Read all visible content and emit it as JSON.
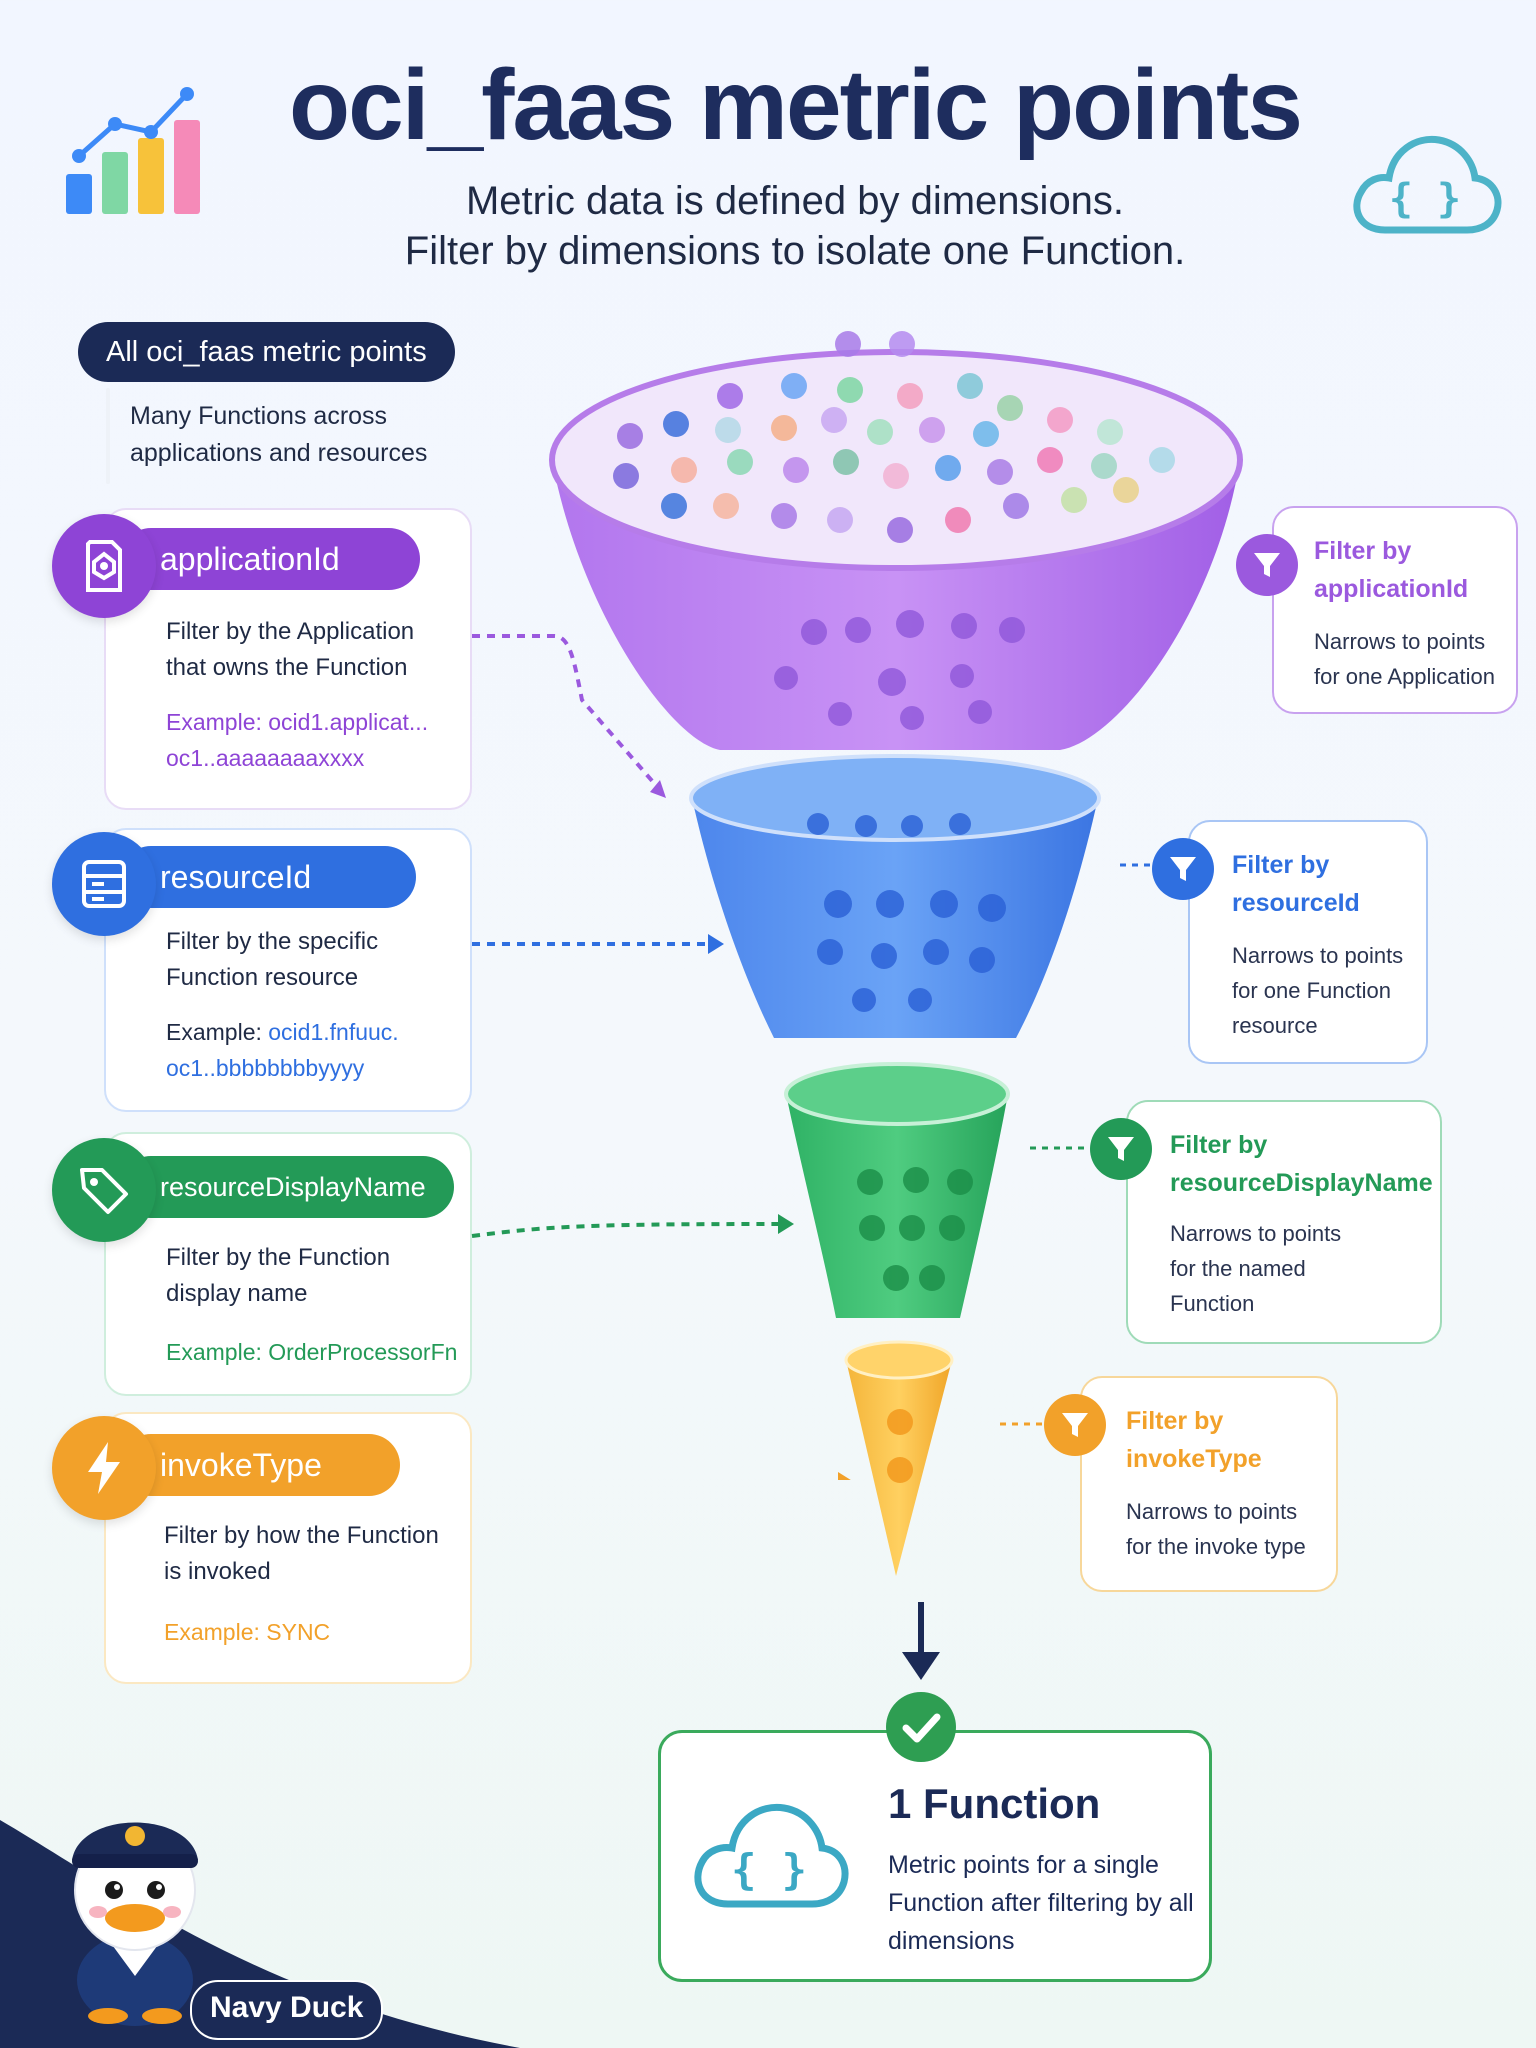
{
  "header": {
    "title": "oci_faas metric points",
    "subtitle_line1": "Metric data is defined by dimensions.",
    "subtitle_line2": "Filter by dimensions to isolate one Function."
  },
  "all_points": {
    "label": "All oci_faas metric points",
    "desc_line1": "Many Functions across",
    "desc_line2": "applications and resources"
  },
  "dimensions": [
    {
      "name": "applicationId",
      "desc_line1": "Filter by the Application",
      "desc_line2": "that owns the Function",
      "example_line1": "Example: ocid1.applicat...",
      "example_line2": "oc1..aaaaaaaaxxxx",
      "color": "#8e44d6",
      "icon": "app-document-icon"
    },
    {
      "name": "resourceId",
      "desc_line1": "Filter by the specific",
      "desc_line2": "Function resource",
      "example_prefix": "Example: ",
      "example_value": "ocid1.fnfuuc.",
      "example_line2": "oc1..bbbbbbbbyyyy",
      "color": "#2f6fe0",
      "icon": "server-icon"
    },
    {
      "name": "resourceDisplayName",
      "desc_line1": "Filter by the Function",
      "desc_line2": "display name",
      "example_line1": "Example: OrderProcessorFn",
      "color": "#239a57",
      "icon": "tag-icon"
    },
    {
      "name": "invokeType",
      "desc_line1": "Filter by how the Function",
      "desc_line2": "is invoked",
      "example_line1": "Example: SYNC",
      "color": "#f2a12a",
      "icon": "lightning-icon"
    }
  ],
  "filters": [
    {
      "title_line1": "Filter by",
      "title_line2": "applicationId",
      "desc_line1": "Narrows to points",
      "desc_line2": "for one Application",
      "desc_line3": ""
    },
    {
      "title_line1": "Filter by",
      "title_line2": "resourceId",
      "desc_line1": "Narrows to points",
      "desc_line2": "for one Function",
      "desc_line3": "resource"
    },
    {
      "title_line1": "Filter by",
      "title_line2": "resourceDisplayName",
      "desc_line1": "Narrows to points",
      "desc_line2": "for the named",
      "desc_line3": "Function"
    },
    {
      "title_line1": "Filter by",
      "title_line2": "invokeType",
      "desc_line1": "Narrows to points",
      "desc_line2": "for the invoke type",
      "desc_line3": ""
    }
  ],
  "result": {
    "title": "1 Function",
    "desc_line1": "Metric points for a single",
    "desc_line2": "Function after filtering by all",
    "desc_line3": "dimensions",
    "icon": "cloud-function-icon"
  },
  "mascot": {
    "label": "Navy Duck",
    "icon": "duck-mascot-icon"
  },
  "decor_icons": [
    "bar-chart-icon",
    "cloud-function-icon"
  ]
}
